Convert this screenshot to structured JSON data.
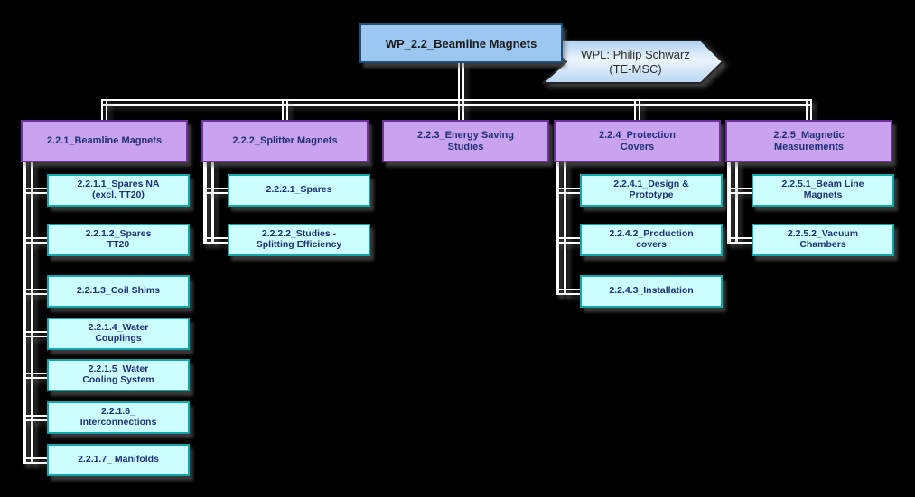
{
  "root": {
    "label": "WP_2.2_Beamline Magnets"
  },
  "wpl_banner": {
    "label": "WPL: Philip Schwarz\n(TE-MSC)"
  },
  "branches": [
    {
      "label": "2.2.1_Beamline Magnets",
      "children": [
        "2.2.1.1_Spares NA\n(excl. TT20)",
        "2.2.1.2_Spares\nTT20",
        "2.2.1.3_Coil Shims",
        "2.2.1.4_Water\nCouplings",
        "2.2.1.5_Water\nCooling System",
        "2.2.1.6_\nInterconnections",
        "2.2.1.7_ Manifolds"
      ]
    },
    {
      "label": "2.2.2_Splitter Magnets",
      "children": [
        "2.2.2.1_Spares",
        "2.2.2.2_Studies -\nSplitting Efficiency"
      ]
    },
    {
      "label": "2.2.3_Energy Saving\nStudies",
      "children": []
    },
    {
      "label": "2.2.4_Protection\nCovers",
      "children": [
        "2.2.4.1_Design &\nPrototype",
        "2.2.4.2_Production\ncovers",
        "2.2.4.3_Installation"
      ]
    },
    {
      "label": "2.2.5_Magnetic\nMeasurements",
      "children": [
        "2.2.5.1_Beam Line\nMagnets",
        "2.2.5.2_Vacuum\nChambers"
      ]
    }
  ],
  "colors": {
    "background": "#000000",
    "root_fill": "#9cc7f0",
    "root_border": "#1f4e79",
    "branch_fill": "#c9a3f0",
    "branch_border": "#7030a0",
    "child_fill": "#ccffff",
    "child_border": "#12a7ad",
    "text_navy": "#1f3075",
    "connector": "#ffffff",
    "banner_fill_top": "#add0f2",
    "banner_fill_mid": "#edf5fd",
    "banner_fill_bottom": "#b9d6f2",
    "banner_border": "#242424"
  }
}
